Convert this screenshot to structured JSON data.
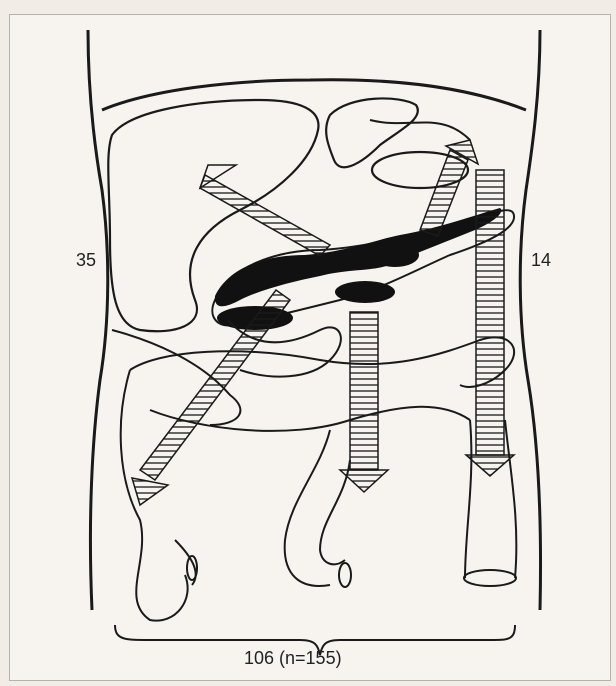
{
  "labels": {
    "left_count": "35",
    "right_count": "14",
    "bottom_count": "106 (n=155)"
  },
  "colors": {
    "background": "#f1ece6",
    "panel": "#f7f4f0",
    "line": "#1a1a1a",
    "fill_dark": "#111111"
  }
}
